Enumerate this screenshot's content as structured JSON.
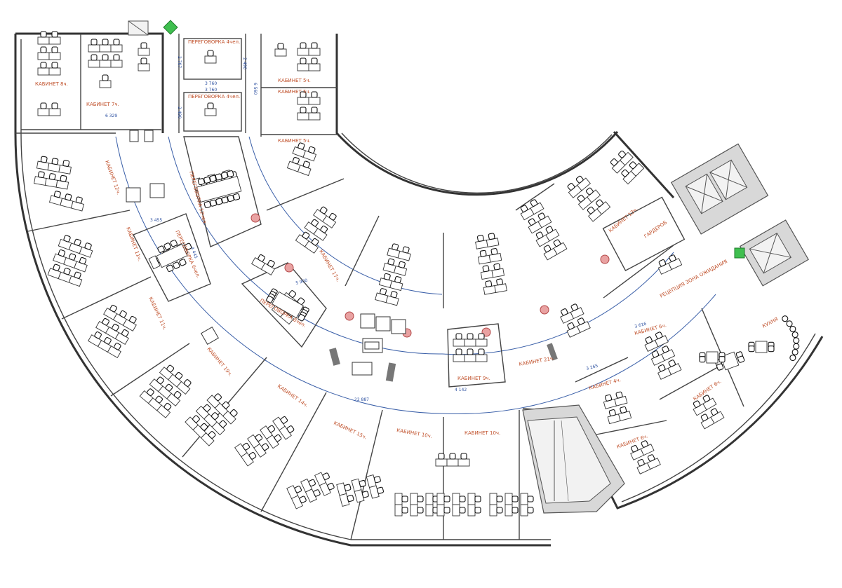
{
  "rooms": [
    {
      "id": "r-kab8",
      "label": "КАБИНЕТ 8ч."
    },
    {
      "id": "r-kab7",
      "label": "КАБИНЕТ 7ч."
    },
    {
      "id": "r-per4a",
      "label": "ПЕРЕГОВОРКА 4чел."
    },
    {
      "id": "r-per4b",
      "label": "ПЕРЕГОВОРКА 4чел."
    },
    {
      "id": "r-kab5a",
      "label": "КАБИНЕТ 5ч."
    },
    {
      "id": "r-kab5b",
      "label": "КАБИНЕТ 5ч."
    },
    {
      "id": "r-kab5c",
      "label": "КАБИНЕТ 5ч."
    },
    {
      "id": "r-kab12",
      "label": "КАБИНЕТ 12ч."
    },
    {
      "id": "r-per12",
      "label": "ПЕРЕГОВОРКА 12чел."
    },
    {
      "id": "r-kab11a",
      "label": "КАБИНЕТ 11ч."
    },
    {
      "id": "r-per6a",
      "label": "ПЕРЕГОВОРКА 6чел."
    },
    {
      "id": "r-kab11b",
      "label": "КАБИНЕТ 11ч."
    },
    {
      "id": "r-kab17",
      "label": "КАБИНЕТ 17ч."
    },
    {
      "id": "r-per8",
      "label": "ПЕРЕГОВОРКА 8чел."
    },
    {
      "id": "r-kab19",
      "label": "КАБИНЕТ 19ч."
    },
    {
      "id": "r-kab14",
      "label": "КАБИНЕТ 14ч."
    },
    {
      "id": "r-kab15",
      "label": "КАБИНЕТ 15ч."
    },
    {
      "id": "r-kab10a",
      "label": "КАБИНЕТ 10ч."
    },
    {
      "id": "r-kab10b",
      "label": "КАБИНЕТ 10ч."
    },
    {
      "id": "r-kab21",
      "label": "КАБИНЕТ 21ч."
    },
    {
      "id": "r-kab9",
      "label": "КАБИНЕТ 9ч."
    },
    {
      "id": "r-kab13",
      "label": "КАБИНЕТ 13ч."
    },
    {
      "id": "r-garderob",
      "label": "ГАРДЕРОБ"
    },
    {
      "id": "r-reception",
      "label": "РЕЦЕПЦИЯ ЗОНА ОЖИДАНИЯ"
    },
    {
      "id": "r-kab6a",
      "label": "КАБИНЕТ 6ч."
    },
    {
      "id": "r-kab6b",
      "label": "КАБИНЕТ 6ч."
    },
    {
      "id": "r-kab4",
      "label": "КАБИНЕТ 4ч."
    },
    {
      "id": "r-kab6c",
      "label": "КАБИНЕТ 6ч."
    },
    {
      "id": "r-kitchen",
      "label": "КУХНЯ"
    }
  ],
  "dimensions": [
    {
      "id": "d1",
      "value": "3 760"
    },
    {
      "id": "d2",
      "value": "3 760"
    },
    {
      "id": "d3",
      "value": "2 707"
    },
    {
      "id": "d4",
      "value": "2 490"
    },
    {
      "id": "d5",
      "value": "2 490"
    },
    {
      "id": "d6",
      "value": "6 560"
    },
    {
      "id": "d7",
      "value": "6 329"
    },
    {
      "id": "d8",
      "value": "3 455"
    },
    {
      "id": "d9",
      "value": "4 445"
    },
    {
      "id": "d10",
      "value": "5 900"
    },
    {
      "id": "d11",
      "value": "22 887"
    },
    {
      "id": "d12",
      "value": "4 142"
    },
    {
      "id": "d13",
      "value": "3 265"
    },
    {
      "id": "d14",
      "value": "3 616"
    }
  ],
  "colors": {
    "walls": "#333333",
    "glass": "#3a5fa8",
    "room_label": "#c0502a",
    "dimension_label": "#2b4fa0",
    "core": "#d8d8d8",
    "marker_red": "#e9a2a2",
    "marker_green": "#3fbf4f"
  }
}
